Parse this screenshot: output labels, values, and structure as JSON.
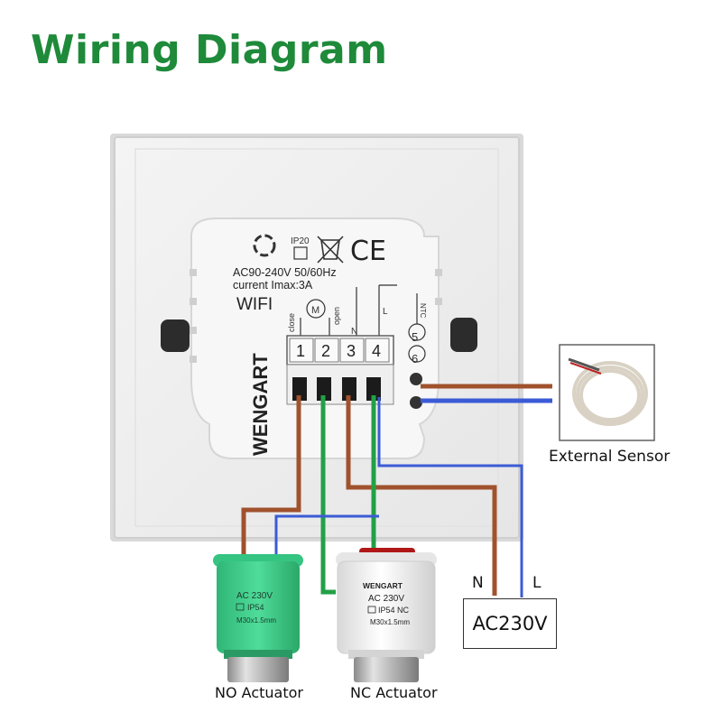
{
  "title": "Wiring Diagram",
  "module": {
    "rating": "AC90-240V 50/60Hz",
    "current": "current Imax:3A",
    "wifi": "WIFI",
    "ip": "IP20",
    "ce": "CE",
    "brand": "WENGART",
    "terminal_labels": [
      "close",
      "M",
      "open",
      "N",
      "L",
      "NTC"
    ],
    "terminals": [
      "1",
      "2",
      "3",
      "4",
      "5",
      "6"
    ]
  },
  "labels": {
    "external_sensor": "External Sensor",
    "no_actuator": "NO Actuator",
    "nc_actuator": "NC Actuator",
    "n": "N",
    "l": "L",
    "supply": "AC230V"
  },
  "actuator_no": {
    "voltage": "AC 230V",
    "ip": "IP54",
    "thread": "M30x1.5mm"
  },
  "actuator_nc": {
    "brand": "WENGART",
    "voltage": "AC 230V",
    "ip": "IP54 NC",
    "thread": "M30x1.5mm"
  },
  "colors": {
    "title": "#1e8a3a",
    "wire_brown": "#a0522d",
    "wire_blue": "#3b5bd6",
    "wire_green": "#22a046",
    "actuator_green": "#3fcf8e"
  }
}
